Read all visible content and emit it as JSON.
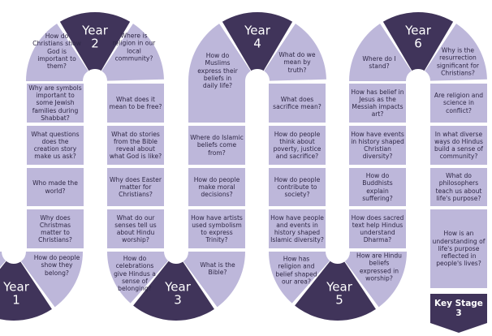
{
  "colors": {
    "light": "#bdb7da",
    "dark": "#40345a",
    "text": "#2e2745"
  },
  "years": [
    "Year 1",
    "Year 2",
    "Year 3",
    "Year 4",
    "Year 5",
    "Year 6"
  ],
  "year_labels": {
    "y1a": "Year",
    "y1b": "1",
    "y2a": "Year",
    "y2b": "2",
    "y3a": "Year",
    "y3b": "3",
    "y4a": "Year",
    "y4b": "4",
    "y5a": "Year",
    "y5b": "5",
    "y6a": "Year",
    "y6b": "6"
  },
  "col1": [
    "Why are symbols important to some Jewish families during Shabbat?",
    "What questions does the creation story make us ask?",
    "Who made the world?",
    "Why does Christmas matter to Christians?"
  ],
  "col2": [
    "What does it mean to be free?",
    "What do stories from the Bible reveal about what God is like?",
    "Why does Easter matter for Christians?",
    "What do our senses tell us about Hindu worship?"
  ],
  "col3": [
    "Where do Islamic beliefs come from?",
    "How do people make moral decisions?",
    "How have artists used symbolism to express Trinity?"
  ],
  "col4": [
    "What does sacrifice mean?",
    "How do people think about poverty, justice and sacrifice?",
    "How do people contribute to society?",
    "How have people and events in history shaped Islamic diversity?"
  ],
  "col5": [
    "How has belief in Jesus as the Messiah impacts art?",
    "How have events in history shaped Christian diversity?",
    "How do Buddhists explain suffering?",
    "How does sacred text help Hindus understand Dharma?"
  ],
  "col6": [
    "Are religion and science in conflict?",
    "In what diverse ways do Hindus build a sense of community?",
    "What do philosophers teach us about life's purpose?",
    "How is an understanding of life's purpose reflected in people's lives?"
  ],
  "arcs": {
    "y1_right": "How do people show they belong?",
    "y2_left": "How do Christians show God is important to them?",
    "y2_right": "Where is religion in our local community?",
    "y3_left": "How do celebrations give Hindus a sense of belonging?",
    "y3_right": "What is the Bible?",
    "y4_left": "How do Muslims express their beliefs in daily life?",
    "y4_right": "What do we mean by truth?",
    "y5_left": "How has religion and belief shaped our area?",
    "y5_right": "How are Hindu beliefs expressed in worship?",
    "y6_left": "Where do I stand?",
    "y6_right": "Why is the resurrection significant for Christians?"
  },
  "key_stage": {
    "line1": "Key Stage",
    "line2": "3"
  }
}
